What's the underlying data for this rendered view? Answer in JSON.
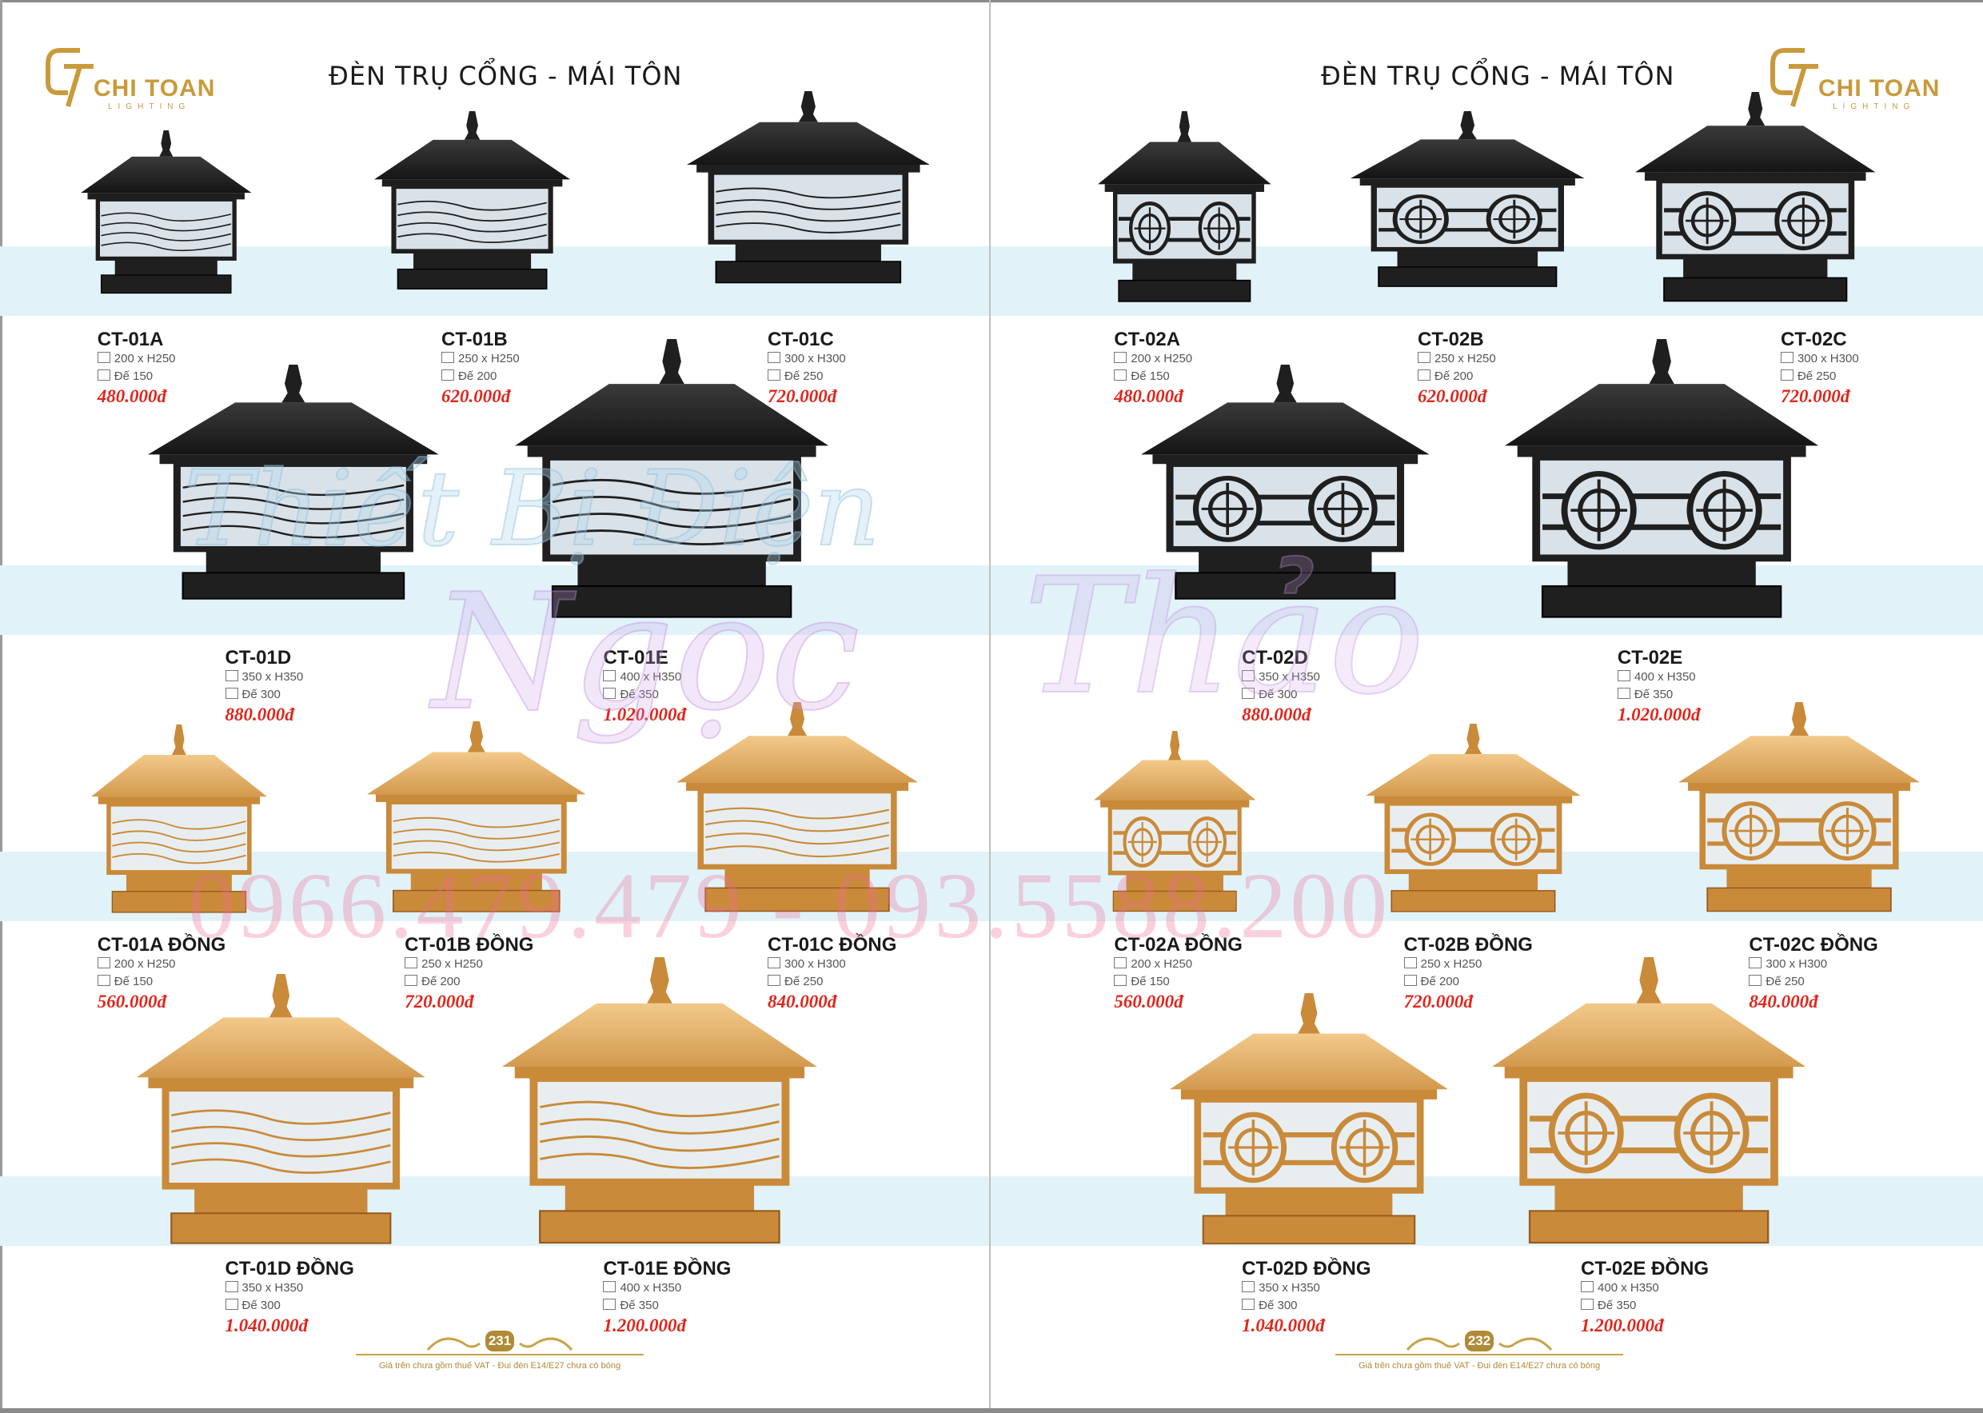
{
  "colors": {
    "price": "#e0261c",
    "gold": "#c99a3b",
    "band": "#e1f3f9",
    "black_lamp": "#1f1f1f",
    "brass_lamp": "#d9a55a"
  },
  "brand": {
    "name": "CHI TOAN",
    "tagline": "LIGHTING"
  },
  "watermark": {
    "line1": "Thiết Bị Điện",
    "line2a": "Ngọc",
    "line2b": "Thảo",
    "phones": "0966.479.479 - 093.5588.200"
  },
  "footer_note": "Giá trên chưa gồm thuế VAT - Đui đèn E14/E27 chưa có bóng",
  "pages": [
    {
      "title": "ĐÈN TRỤ CỔNG - MÁI TÔN",
      "page_number": "231",
      "products": [
        {
          "name": "CT-01A",
          "size": "200 x H250",
          "base": "Đế 150",
          "price": "480.000đ",
          "finish": "black",
          "pattern": "wave"
        },
        {
          "name": "CT-01B",
          "size": "250 x H250",
          "base": "Đế 200",
          "price": "620.000đ",
          "finish": "black",
          "pattern": "wave"
        },
        {
          "name": "CT-01C",
          "size": "300 x H300",
          "base": "Đế 250",
          "price": "720.000đ",
          "finish": "black",
          "pattern": "wave"
        },
        {
          "name": "CT-01D",
          "size": "350 x H350",
          "base": "Đế 300",
          "price": "880.000đ",
          "finish": "black",
          "pattern": "wave"
        },
        {
          "name": "CT-01E",
          "size": "400 x H350",
          "base": "Đế 350",
          "price": "1.020.000đ",
          "finish": "black",
          "pattern": "wave"
        },
        {
          "name": "CT-01A ĐỒNG",
          "size": "200 x H250",
          "base": "Đế 150",
          "price": "560.000đ",
          "finish": "brass",
          "pattern": "wave"
        },
        {
          "name": "CT-01B ĐỒNG",
          "size": "250 x H250",
          "base": "Đế 200",
          "price": "720.000đ",
          "finish": "brass",
          "pattern": "wave"
        },
        {
          "name": "CT-01C ĐỒNG",
          "size": "300 x H300",
          "base": "Đế 250",
          "price": "840.000đ",
          "finish": "brass",
          "pattern": "wave"
        },
        {
          "name": "CT-01D ĐỒNG",
          "size": "350 x H350",
          "base": "Đế 300",
          "price": "1.040.000đ",
          "finish": "brass",
          "pattern": "wave"
        },
        {
          "name": "CT-01E ĐỒNG",
          "size": "400 x H350",
          "base": "Đế 350",
          "price": "1.200.000đ",
          "finish": "brass",
          "pattern": "wave"
        }
      ]
    },
    {
      "title": "ĐÈN TRỤ CỔNG - MÁI TÔN",
      "page_number": "232",
      "products": [
        {
          "name": "CT-02A",
          "size": "200 x H250",
          "base": "Đế 150",
          "price": "480.000đ",
          "finish": "black",
          "pattern": "emblem"
        },
        {
          "name": "CT-02B",
          "size": "250 x H250",
          "base": "Đế 200",
          "price": "620.000đ",
          "finish": "black",
          "pattern": "emblem"
        },
        {
          "name": "CT-02C",
          "size": "300 x H300",
          "base": "Đế 250",
          "price": "720.000đ",
          "finish": "black",
          "pattern": "emblem"
        },
        {
          "name": "CT-02D",
          "size": "350 x H350",
          "base": "Đế 300",
          "price": "880.000đ",
          "finish": "black",
          "pattern": "emblem"
        },
        {
          "name": "CT-02E",
          "size": "400 x H350",
          "base": "Đế 350",
          "price": "1.020.000đ",
          "finish": "black",
          "pattern": "emblem"
        },
        {
          "name": "CT-02A ĐỒNG",
          "size": "200 x H250",
          "base": "Đế 150",
          "price": "560.000đ",
          "finish": "brass",
          "pattern": "emblem"
        },
        {
          "name": "CT-02B ĐỒNG",
          "size": "250 x H250",
          "base": "Đế 200",
          "price": "720.000đ",
          "finish": "brass",
          "pattern": "emblem"
        },
        {
          "name": "CT-02C ĐỒNG",
          "size": "300 x H300",
          "base": "Đế 250",
          "price": "840.000đ",
          "finish": "brass",
          "pattern": "emblem"
        },
        {
          "name": "CT-02D ĐỒNG",
          "size": "350 x H350",
          "base": "Đế 300",
          "price": "1.040.000đ",
          "finish": "brass",
          "pattern": "emblem"
        },
        {
          "name": "CT-02E ĐỒNG",
          "size": "400 x H350",
          "base": "Đế 350",
          "price": "1.200.000đ",
          "finish": "brass",
          "pattern": "emblem"
        }
      ]
    }
  ]
}
